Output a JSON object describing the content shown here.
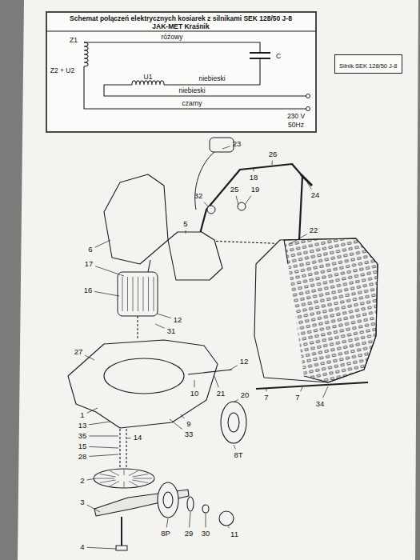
{
  "diagram": {
    "title": "Schemat połączeń elektrycznych kosiarek z silnikami SEK 128/50 J-8",
    "nodes": [
      {
        "text": [
          "Silnik SEK 128/50 J-8"
        ]
      }
    ],
    "labels": [
      "JAK-MET Kraśnik",
      "Z1",
      "Z2 + U2",
      "U1",
      "C",
      "różowy",
      "niebieski",
      "niebieski",
      "czarny",
      "230 V",
      "50Hz",
      "23",
      "26",
      "18",
      "32",
      "25",
      "19",
      "24",
      "5",
      "22",
      "6",
      "17",
      "16",
      "12",
      "31",
      "27",
      "12",
      "10",
      "21",
      "20",
      "7",
      "7",
      "34",
      "1",
      "13",
      "35",
      "14",
      "15",
      "28",
      "9",
      "33",
      "8T",
      "2",
      "3",
      "4",
      "8P",
      "29",
      "30",
      "11"
    ]
  }
}
